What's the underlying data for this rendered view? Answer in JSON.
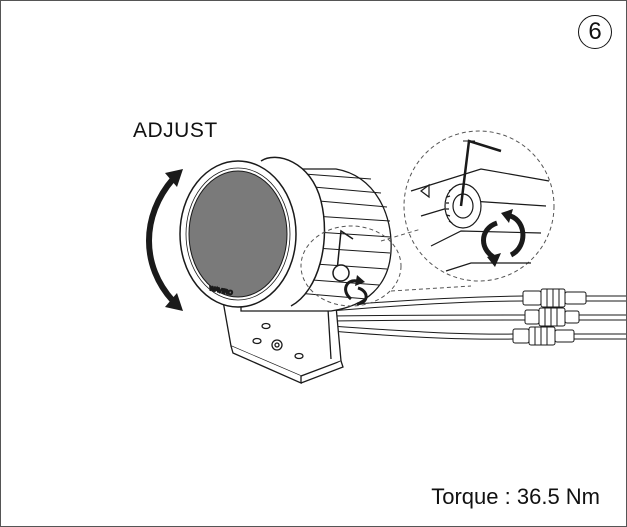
{
  "step": {
    "number": "6"
  },
  "labels": {
    "adjust": "ADJUST",
    "torque": "Torque : 36.5 Nm",
    "brand": "WAVIRO"
  },
  "colors": {
    "line": "#1a1a1a",
    "lens": "#7a7a7a",
    "bg": "#ffffff"
  },
  "icons": [
    "curved-double-arrow-icon",
    "rotate-arrow-icon",
    "hex-key-icon",
    "cable-connector-icon"
  ]
}
